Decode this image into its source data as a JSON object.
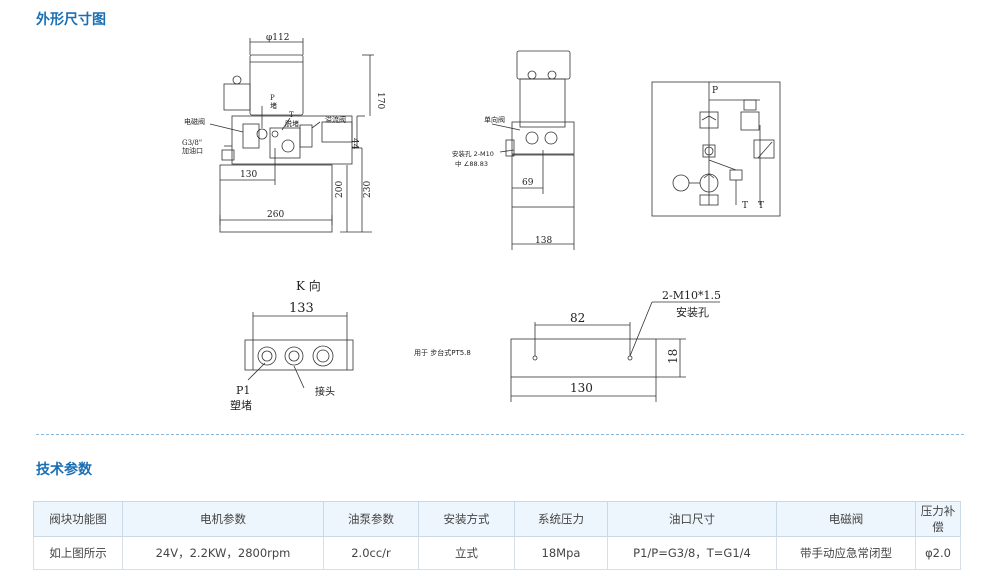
{
  "heading_dimensions": "外形尺寸图",
  "heading_specs": "技术参数",
  "drawing": {
    "front": {
      "dim_phi112": "φ112",
      "dim_170": "170",
      "dim_44": "44",
      "dim_200": "200",
      "dim_230": "230",
      "dim_130": "130",
      "dim_260": "260",
      "label_p": "P",
      "label_plug": "堵",
      "label_t": "T",
      "label_stop": "脱堵",
      "label_relief": "溢流阀",
      "label_solenoid": "电磁阀",
      "label_g38": "G3/8\"",
      "label_fill": "加油口"
    },
    "side": {
      "label_check": "单向阀",
      "label_mount": "安装孔 2-M10",
      "label_mount2": "中 ∠88.83",
      "dim_69": "69",
      "dim_138": "138"
    },
    "schematic": {
      "label_p": "P",
      "label_t1": "T",
      "label_t2": "T"
    },
    "k_view": {
      "title": "K 向",
      "dim_133": "133",
      "label_p1": "P1",
      "label_plug": "塑堵",
      "label_connector": "接头"
    },
    "note": "用于 步台式PT5.8",
    "bottom": {
      "label_m10": "2-M10*1.5",
      "label_holes": "安装孔",
      "dim_82": "82",
      "dim_130": "130",
      "dim_18": "18"
    }
  },
  "table": {
    "headers": [
      "阀块功能图",
      "电机参数",
      "油泵参数",
      "安装方式",
      "系统压力",
      "油口尺寸",
      "电磁阀",
      "压力补偿"
    ],
    "row": [
      "如上图所示",
      "24V，2.2KW，2800rpm",
      "2.0cc/r",
      "立式",
      "18Mpa",
      "P1/P=G3/8，T=G1/4",
      "带手动应急常闭型",
      "φ2.0"
    ]
  }
}
